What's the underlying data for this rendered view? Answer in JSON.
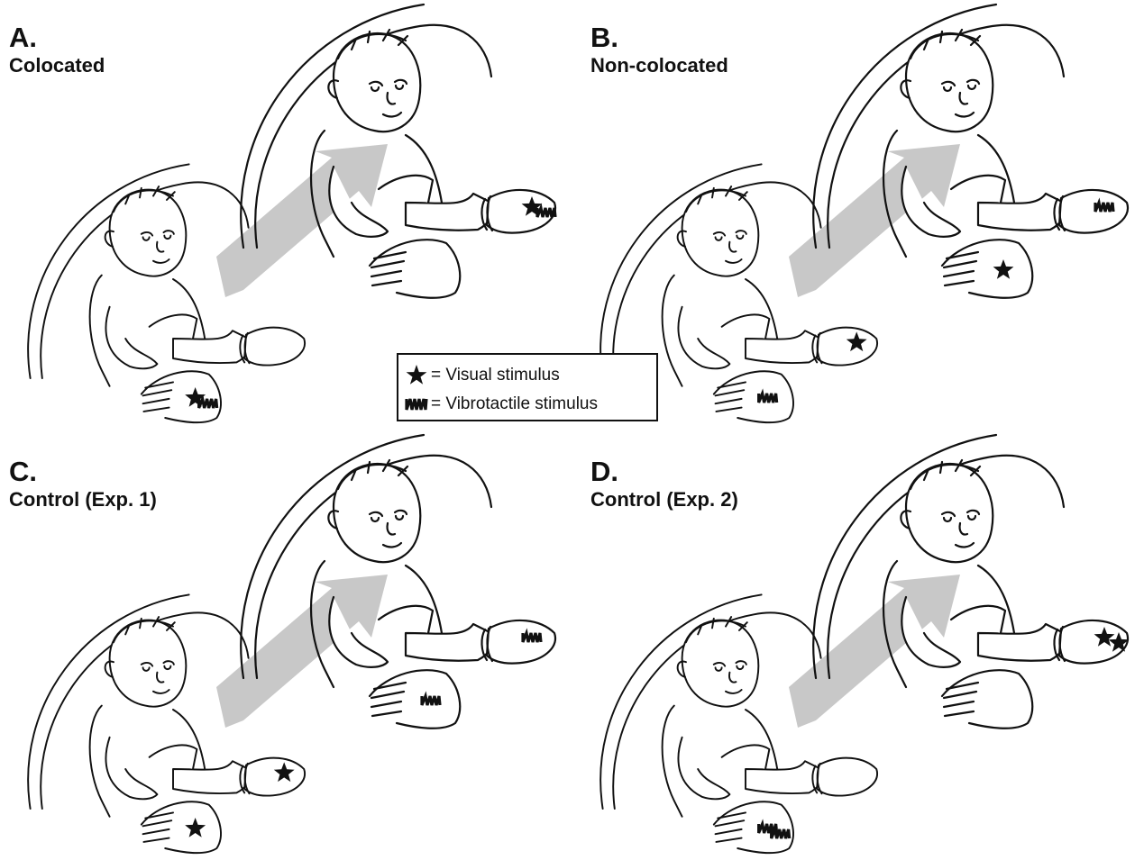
{
  "panels": [
    {
      "letter": "A.",
      "title": "Colocated",
      "front_hand": [
        "star",
        "vib"
      ],
      "front_foot": [],
      "back_foot": [
        "star",
        "vib"
      ],
      "back_hand": []
    },
    {
      "letter": "B.",
      "title": "Non-colocated",
      "front_hand": [
        "vib"
      ],
      "front_foot": [
        "star"
      ],
      "back_foot": [
        "vib"
      ],
      "back_hand": [
        "star"
      ]
    },
    {
      "letter": "C.",
      "title": "Control (Exp. 1)",
      "front_hand": [
        "star"
      ],
      "front_foot": [
        "star"
      ],
      "back_foot": [
        "vib"
      ],
      "back_hand": [
        "vib"
      ]
    },
    {
      "letter": "D.",
      "title": "Control (Exp. 2)",
      "front_hand": [
        "vib",
        "vib"
      ],
      "front_foot": [],
      "back_foot": [
        "star",
        "star"
      ],
      "back_hand": []
    }
  ],
  "legend": {
    "visual_label": "= Visual  stimulus",
    "vibro_label": "= Vibrotactile  stimulus",
    "visual_icon": "star-icon",
    "vibro_icon": "vibration-icon"
  },
  "colors": {
    "line": "#111111",
    "arrow": "#c8c8c8",
    "background": "#ffffff"
  }
}
